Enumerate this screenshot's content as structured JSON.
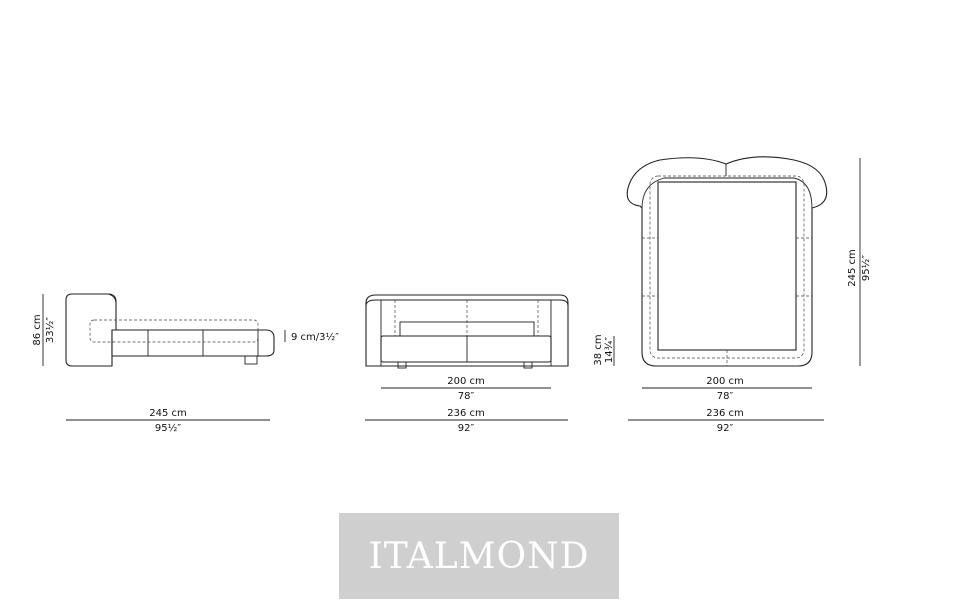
{
  "side_view": {
    "height_cm": "86 cm",
    "height_in": "33½″",
    "platform_height": "9 cm/3½″",
    "length_cm": "245 cm",
    "length_in": "95½″"
  },
  "front_view": {
    "height_cm": "38 cm",
    "height_in": "14¾″",
    "mattress_width_cm": "200 cm",
    "mattress_width_in": "78″",
    "overall_width_cm": "236 cm",
    "overall_width_in": "92″"
  },
  "top_view": {
    "length_cm": "245 cm",
    "length_in": "95½″",
    "mattress_width_cm": "200 cm",
    "mattress_width_in": "78″",
    "overall_width_cm": "236 cm",
    "overall_width_in": "92″"
  },
  "watermark": "ITALMOND"
}
